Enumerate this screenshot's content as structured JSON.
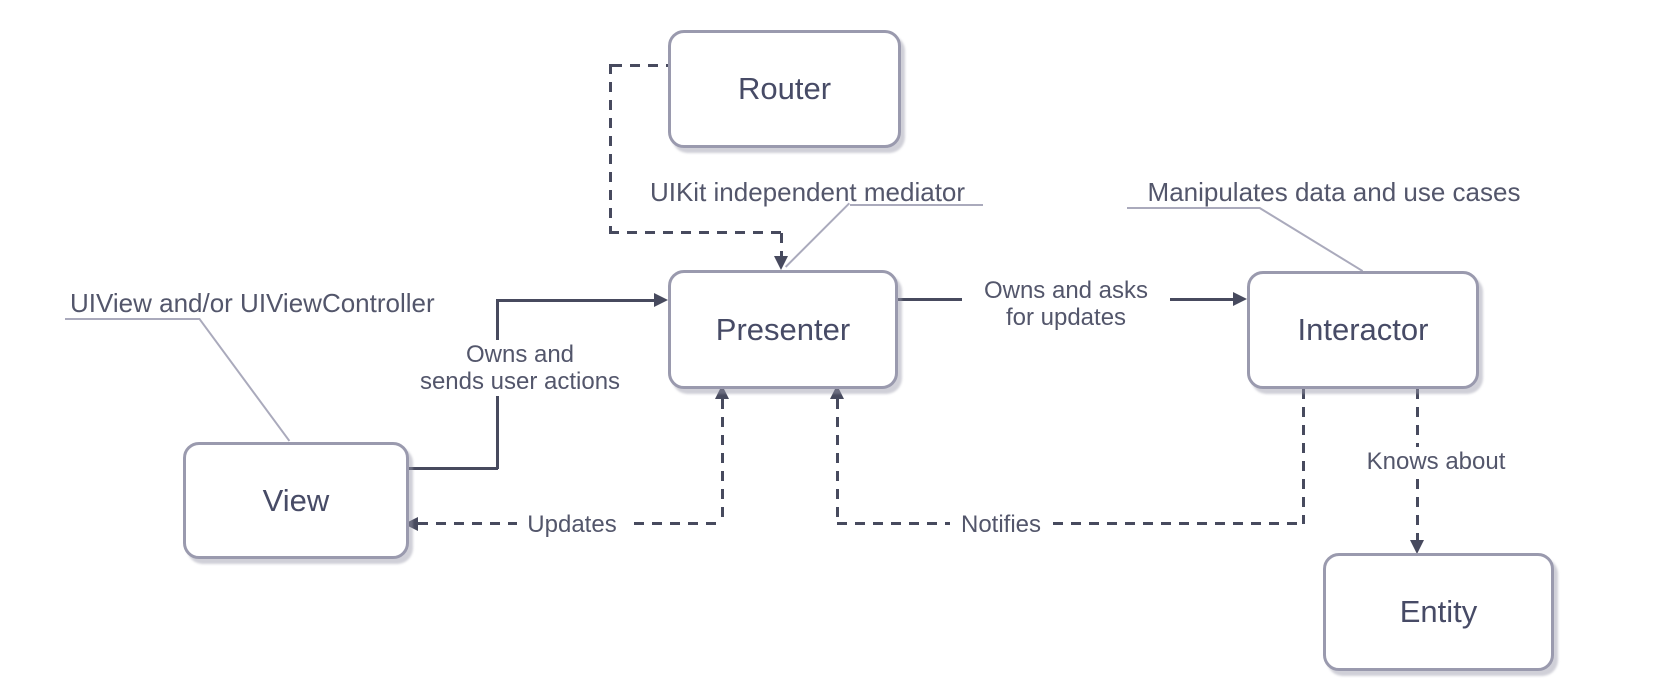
{
  "diagram_type": "VIPER architecture diagram",
  "nodes": {
    "router": {
      "label": "Router"
    },
    "presenter": {
      "label": "Presenter"
    },
    "view": {
      "label": "View"
    },
    "interactor": {
      "label": "Interactor"
    },
    "entity": {
      "label": "Entity"
    }
  },
  "annotations": {
    "uiview": "UIView and/or UIViewController",
    "uikit": "UIKit independent mediator",
    "manipulates": "Manipulates data and use cases"
  },
  "edge_labels": {
    "owns_sends_line1": "Owns and",
    "owns_sends_line2": "sends user actions",
    "owns_asks_line1": "Owns and asks",
    "owns_asks_line2": "for updates",
    "updates": "Updates",
    "notifies": "Notifies",
    "knows_about": "Knows about"
  },
  "edges": [
    {
      "from": "view",
      "to": "presenter",
      "style": "solid",
      "arrow": "into presenter left",
      "label": "Owns and sends user actions"
    },
    {
      "from": "presenter",
      "to": "interactor",
      "style": "solid",
      "arrow": "into interactor left",
      "label": "Owns and asks for updates"
    },
    {
      "from": "router",
      "to": "presenter",
      "style": "dashed",
      "arrow": "into presenter top",
      "label": ""
    },
    {
      "from": "presenter",
      "to": "view",
      "style": "dashed",
      "arrow": "into view right and presenter bottom",
      "label": "Updates"
    },
    {
      "from": "interactor",
      "to": "presenter",
      "style": "dashed",
      "arrow": "into presenter bottom",
      "label": "Notifies"
    },
    {
      "from": "interactor",
      "to": "entity",
      "style": "dashed",
      "arrow": "into entity top",
      "label": "Knows about"
    }
  ],
  "colors": {
    "line": "#474a5e",
    "box_border": "#9a9aae",
    "box_text": "#474b66",
    "note_text": "#53566b",
    "leader": "#aaaabc",
    "bg": "#ffffff"
  }
}
